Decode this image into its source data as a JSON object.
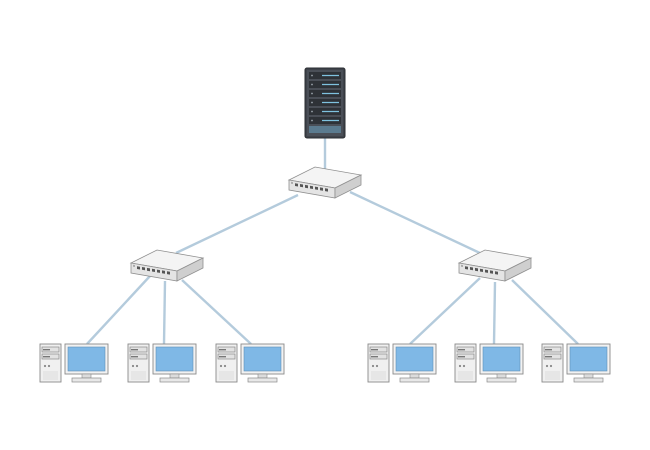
{
  "diagram": {
    "type": "network-topology",
    "node_kinds": [
      "server",
      "switch",
      "workstation"
    ],
    "nodes": [
      {
        "id": "server",
        "kind": "server",
        "icon": "server-rack-icon"
      },
      {
        "id": "core-switch",
        "kind": "switch",
        "icon": "network-switch-icon"
      },
      {
        "id": "left-switch",
        "kind": "switch",
        "icon": "network-switch-icon"
      },
      {
        "id": "right-switch",
        "kind": "switch",
        "icon": "network-switch-icon"
      },
      {
        "id": "pc-1",
        "kind": "workstation",
        "icon": "desktop-computer-icon"
      },
      {
        "id": "pc-2",
        "kind": "workstation",
        "icon": "desktop-computer-icon"
      },
      {
        "id": "pc-3",
        "kind": "workstation",
        "icon": "desktop-computer-icon"
      },
      {
        "id": "pc-4",
        "kind": "workstation",
        "icon": "desktop-computer-icon"
      },
      {
        "id": "pc-5",
        "kind": "workstation",
        "icon": "desktop-computer-icon"
      },
      {
        "id": "pc-6",
        "kind": "workstation",
        "icon": "desktop-computer-icon"
      }
    ],
    "links": [
      {
        "from": "server",
        "to": "core-switch"
      },
      {
        "from": "core-switch",
        "to": "left-switch"
      },
      {
        "from": "core-switch",
        "to": "right-switch"
      },
      {
        "from": "left-switch",
        "to": "pc-1"
      },
      {
        "from": "left-switch",
        "to": "pc-2"
      },
      {
        "from": "left-switch",
        "to": "pc-3"
      },
      {
        "from": "right-switch",
        "to": "pc-4"
      },
      {
        "from": "right-switch",
        "to": "pc-5"
      },
      {
        "from": "right-switch",
        "to": "pc-6"
      }
    ],
    "colors": {
      "link": "#b4cbdc",
      "server_body": "#3f434a",
      "server_slot": "#5b7b8f",
      "server_slot_accent": "#7fc2df",
      "device_body": "#eeeeee",
      "device_outline": "#8a8a8a",
      "monitor_screen": "#7fb8e6",
      "port": "#555555"
    }
  }
}
